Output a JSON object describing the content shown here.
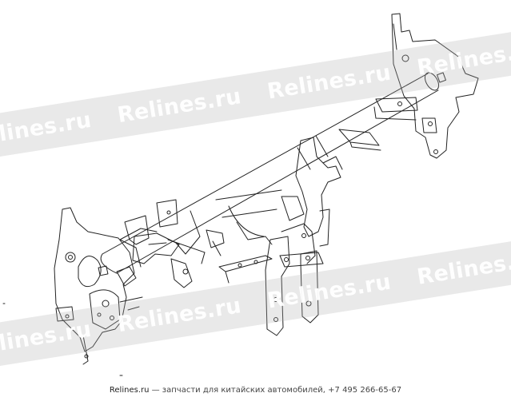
{
  "watermark": {
    "text": "Relines.ru"
  },
  "footer": {
    "site": "Relines.ru",
    "text": " — запчасти для китайских автомобилей, +7 495 266-65-67"
  },
  "diagram": {
    "subject": "instrument panel cross-car beam assembly",
    "line_color": "#222222"
  }
}
